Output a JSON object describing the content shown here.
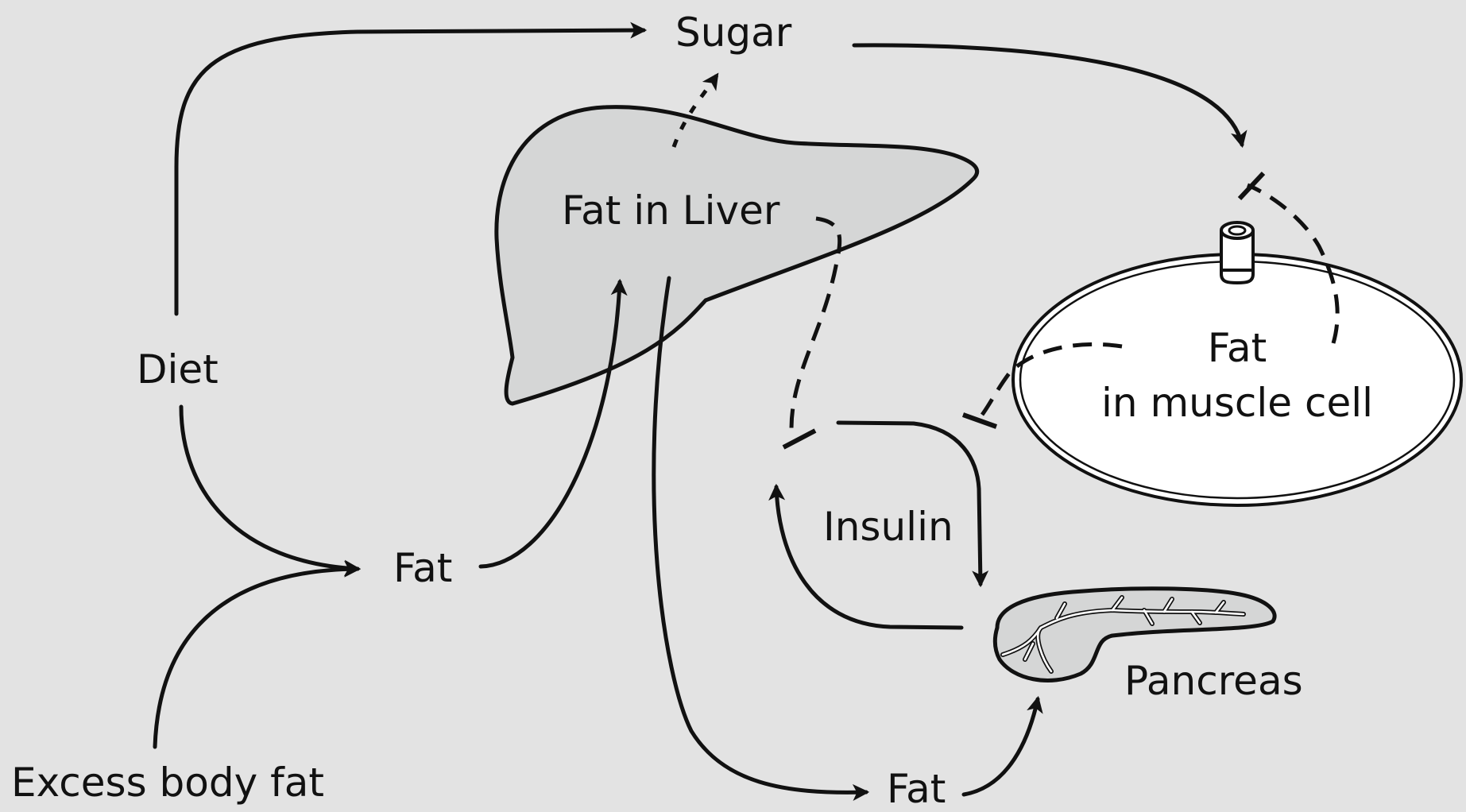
{
  "labels": {
    "sugar": "Sugar",
    "fat_in_liver": "Fat in Liver",
    "diet": "Diet",
    "fat_left": "Fat",
    "excess_body_fat": "Excess body fat",
    "insulin": "Insulin",
    "pancreas": "Pancreas",
    "fat_bottom": "Fat",
    "fat_muscle_line1": "Fat",
    "fat_muscle_line2": "in muscle cell"
  },
  "colors": {
    "background": "#e3e3e3",
    "line": "#111111",
    "organ_fill": "#d5d6d6",
    "cell_fill": "#ffffff",
    "duct": "#ffffff"
  }
}
